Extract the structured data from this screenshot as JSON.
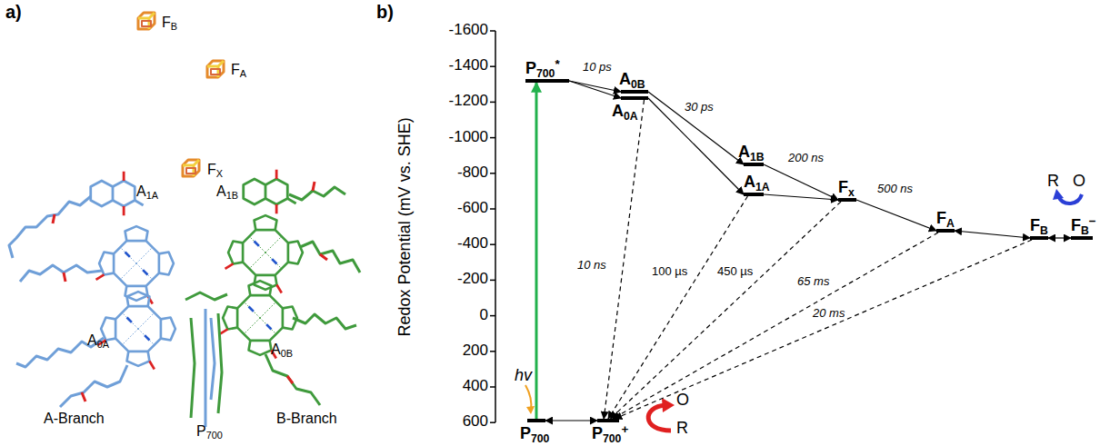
{
  "diagram": {
    "nodes": [
      {
        "text": [
          "P700*"
        ]
      },
      {
        "text": [
          "A0B"
        ]
      },
      {
        "text": [
          "A0A"
        ]
      },
      {
        "text": [
          "A1B"
        ]
      },
      {
        "text": [
          "A1A"
        ]
      },
      {
        "text": [
          "Fx"
        ]
      },
      {
        "text": [
          "FA"
        ]
      },
      {
        "text": [
          "FB"
        ]
      },
      {
        "text": [
          "FB−"
        ]
      },
      {
        "text": [
          "P700"
        ]
      },
      {
        "text": [
          "P700+"
        ]
      }
    ],
    "edges": [
      {
        "from": 9,
        "to": 0,
        "arrow": "to"
      },
      {
        "from": 0,
        "to": 1,
        "arrow": "to",
        "label": "10 ps"
      },
      {
        "from": 0,
        "to": 2,
        "arrow": "to"
      },
      {
        "from": 1,
        "to": 3,
        "arrow": "to",
        "label": "30 ps"
      },
      {
        "from": 2,
        "to": 4,
        "arrow": "to"
      },
      {
        "from": 3,
        "to": 5,
        "arrow": "to",
        "label": "200 ns"
      },
      {
        "from": 4,
        "to": 5,
        "arrow": "to"
      },
      {
        "from": 5,
        "to": 6,
        "arrow": "to",
        "label": "500 ns"
      },
      {
        "from": 6,
        "to": 7,
        "arrow": "both"
      },
      {
        "from": 7,
        "to": 8,
        "arrow": "both"
      },
      {
        "from": 9,
        "to": 10,
        "arrow": "both"
      },
      {
        "from": 2,
        "to": 10,
        "arrow": "to",
        "label": "10 ns"
      },
      {
        "from": 4,
        "to": 10,
        "arrow": "to",
        "label": "100 µs"
      },
      {
        "from": 5,
        "to": 10,
        "arrow": "to",
        "label": "450 µs"
      },
      {
        "from": 6,
        "to": 10,
        "arrow": "to",
        "label": "65 ms"
      },
      {
        "from": 7,
        "to": 10,
        "arrow": "to",
        "label": "20 ms"
      }
    ],
    "labels": [
      "a)",
      "b)",
      "FB",
      "FA",
      "FX",
      "A1A",
      "A1B",
      "A0A",
      "A0B",
      "P700",
      "A-Branch",
      "B-Branch",
      "-1600",
      "-1400",
      "-1200",
      "-1000",
      "-800",
      "-600",
      "-400",
      "-200",
      "0",
      "200",
      "400",
      "600",
      "Redox Potential (mV vs. SHE)",
      "hv",
      "O",
      "R",
      "R",
      "O"
    ]
  }
}
